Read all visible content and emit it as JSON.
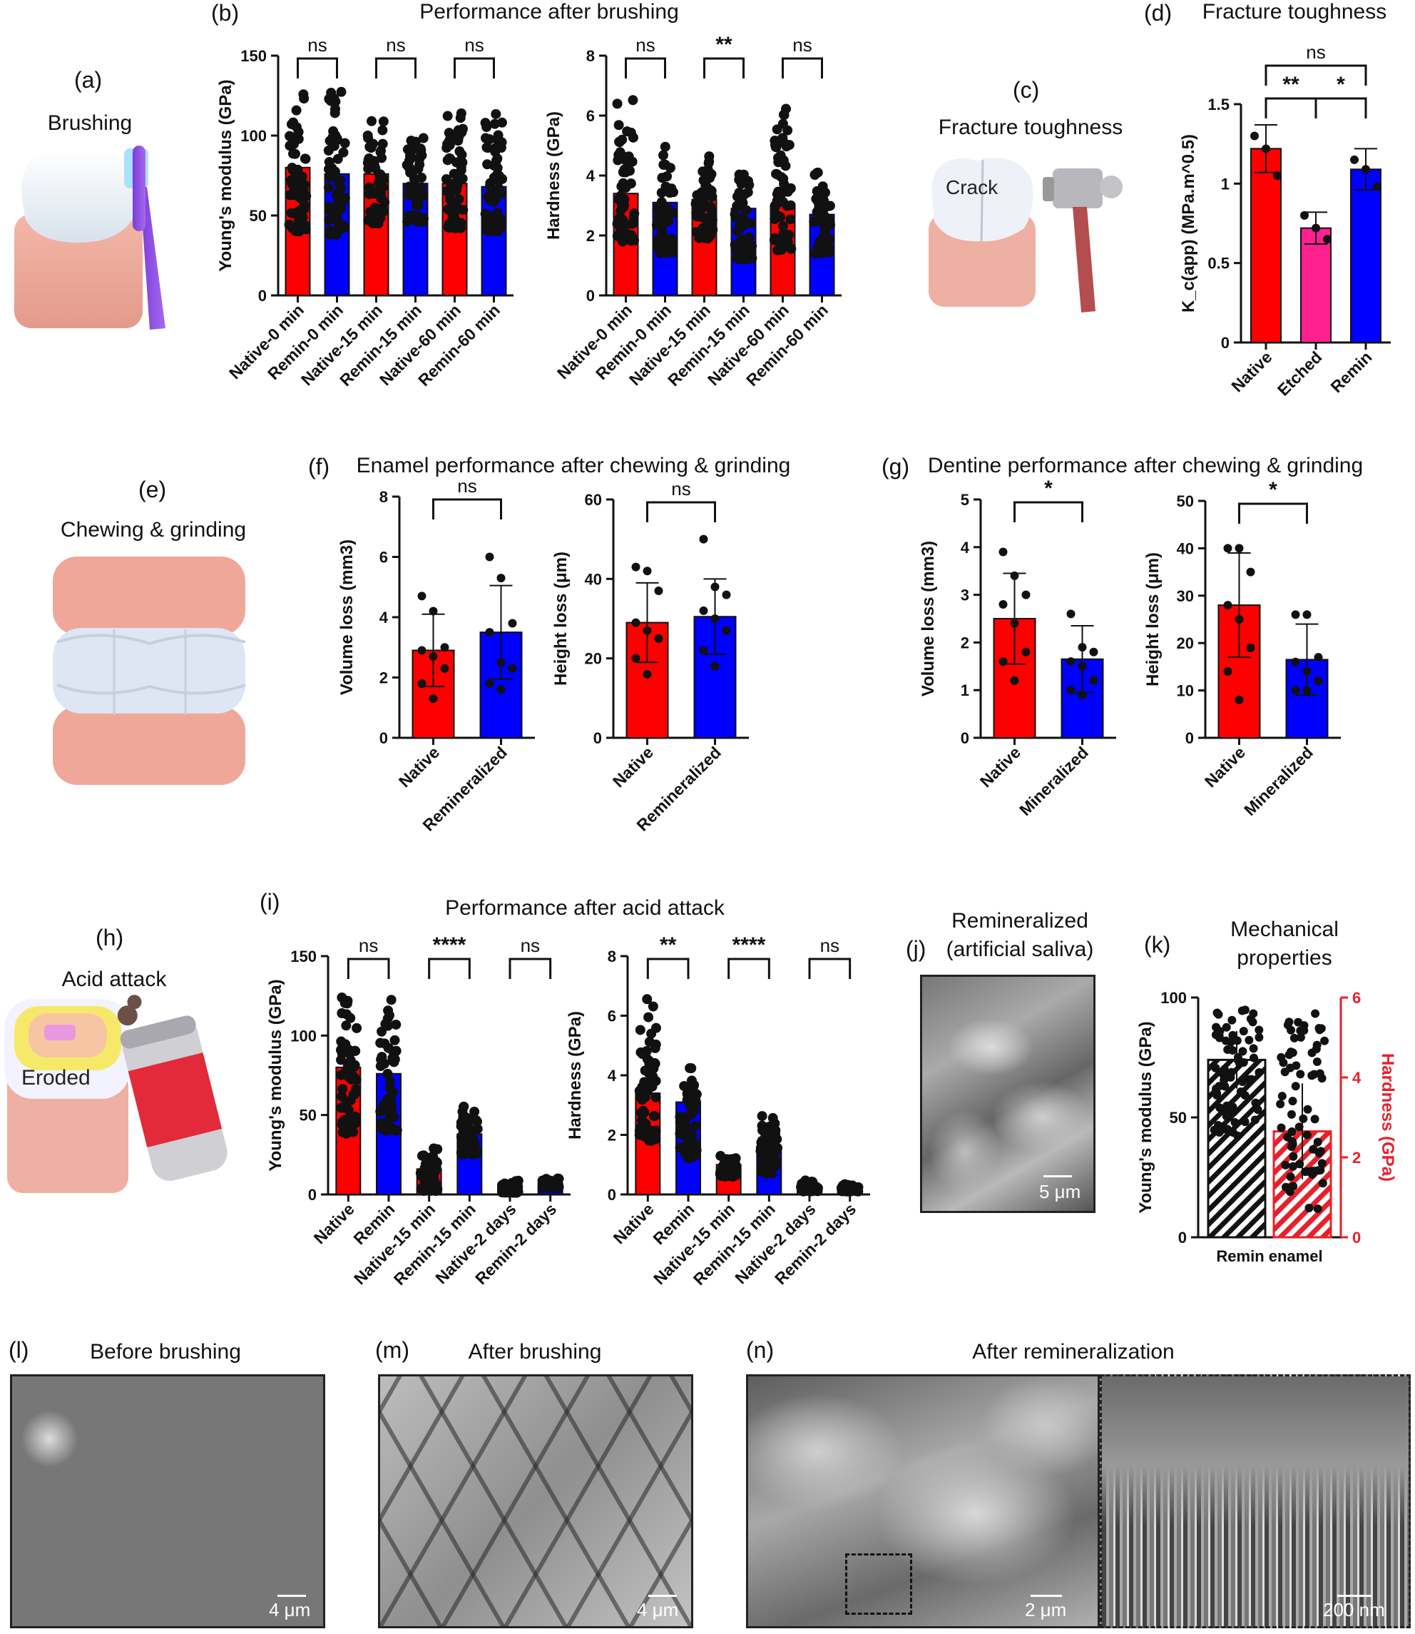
{
  "colors": {
    "native": "#ff0000",
    "remin": "#0000ff",
    "etched": "#ff1f8f",
    "hardness_axis": "#e8202a"
  },
  "labels": {
    "a": "(a)",
    "b": "(b)",
    "c": "(c)",
    "d": "(d)",
    "e": "(e)",
    "f": "(f)",
    "g": "(g)",
    "h": "(h)",
    "i": "(i)",
    "j": "(j)",
    "k": "(k)",
    "l": "(l)",
    "m": "(m)",
    "n": "(n)"
  },
  "titles": {
    "a": "Brushing",
    "b": "Performance after brushing",
    "c": "Fracture toughness",
    "d": "Fracture toughness",
    "e": "Chewing & grinding",
    "f": "Enamel performance after chewing & grinding",
    "g": "Dentine performance after chewing & grinding",
    "h": "Acid attack",
    "i": "Performance after acid attack",
    "j1": "Remineralized",
    "j2": "(artificial saliva)",
    "k1": "Mechanical",
    "k2": "properties",
    "l": "Before brushing",
    "m": "After brushing",
    "n": "After remineralization"
  },
  "illus_text": {
    "crack": "Crack",
    "eroded": "Eroded"
  },
  "scalebars": {
    "j": "5 μm",
    "l": "4 μm",
    "m": "4 μm",
    "n1": "2 μm",
    "n2": "200 nm"
  },
  "chart_data": [
    {
      "id": "b1",
      "type": "bar",
      "ylabel": "Young's modulus (GPa)",
      "ylim": [
        0,
        150
      ],
      "yticks": [
        0,
        50,
        100,
        150
      ],
      "categories": [
        "Native-0 min",
        "Remin-0 min",
        "Native-15 min",
        "Remin-15 min",
        "Native-60 min",
        "Remin-60 min"
      ],
      "values": [
        80,
        76,
        76,
        70,
        70,
        68
      ],
      "colors": [
        "native",
        "remin",
        "native",
        "remin",
        "native",
        "remin"
      ],
      "spread": [
        [
          40,
          127
        ],
        [
          38,
          128
        ],
        [
          45,
          112
        ],
        [
          46,
          104
        ],
        [
          42,
          121
        ],
        [
          40,
          115
        ]
      ],
      "significance": [
        {
          "from": 0,
          "to": 1,
          "label": "ns"
        },
        {
          "from": 2,
          "to": 3,
          "label": "ns"
        },
        {
          "from": 4,
          "to": 5,
          "label": "ns"
        }
      ]
    },
    {
      "id": "b2",
      "type": "bar",
      "ylabel": "Hardness (GPa)",
      "ylim": [
        0,
        8
      ],
      "yticks": [
        0,
        2,
        4,
        6,
        8
      ],
      "categories": [
        "Native-0 min",
        "Remin-0 min",
        "Native-15 min",
        "Remin-15 min",
        "Native-60 min",
        "Remin-60 min"
      ],
      "values": [
        3.4,
        3.1,
        3.2,
        2.9,
        3.0,
        2.7
      ],
      "colors": [
        "native",
        "remin",
        "native",
        "remin",
        "native",
        "remin"
      ],
      "spread": [
        [
          1.8,
          6.6
        ],
        [
          1.4,
          5.0
        ],
        [
          1.9,
          4.7
        ],
        [
          1.2,
          4.8
        ],
        [
          1.5,
          6.3
        ],
        [
          1.4,
          4.2
        ]
      ],
      "significance": [
        {
          "from": 0,
          "to": 1,
          "label": "ns"
        },
        {
          "from": 2,
          "to": 3,
          "label": "**"
        },
        {
          "from": 4,
          "to": 5,
          "label": "ns"
        }
      ]
    },
    {
      "id": "d",
      "type": "bar",
      "ylabel": "K_c(app) (MPa.m^0.5)",
      "ylim": [
        0,
        1.5
      ],
      "yticks": [
        0.0,
        0.5,
        1.0,
        1.5
      ],
      "categories": [
        "Native",
        "Etched",
        "Remin"
      ],
      "values": [
        1.22,
        0.72,
        1.09
      ],
      "errors": [
        0.15,
        0.1,
        0.13
      ],
      "colors": [
        "native",
        "etched",
        "remin"
      ],
      "points": [
        [
          1.3,
          1.22,
          1.05
        ],
        [
          0.8,
          0.72,
          0.65
        ],
        [
          1.15,
          1.09,
          0.98
        ]
      ],
      "significance": [
        {
          "from": 0,
          "to": 2,
          "label": "ns"
        },
        {
          "from": 0,
          "to": 1,
          "label": "**"
        },
        {
          "from": 1,
          "to": 2,
          "label": "*"
        }
      ]
    },
    {
      "id": "f1",
      "type": "bar",
      "ylabel": "Volume loss (mm3)",
      "ylim": [
        0,
        8
      ],
      "yticks": [
        0,
        2,
        4,
        6,
        8
      ],
      "categories": [
        "Native",
        "Remineralized"
      ],
      "values": [
        2.9,
        3.5
      ],
      "errors": [
        1.2,
        1.55
      ],
      "colors": [
        "native",
        "remin"
      ],
      "points": [
        [
          4.7,
          4.2,
          3.0,
          2.9,
          2.7,
          2.3,
          1.8,
          1.3
        ],
        [
          6.0,
          5.3,
          3.8,
          3.5,
          2.5,
          2.3,
          1.8,
          1.6
        ]
      ],
      "significance": [
        {
          "from": 0,
          "to": 1,
          "label": "ns"
        }
      ]
    },
    {
      "id": "f2",
      "type": "bar",
      "ylabel": "Height loss (μm)",
      "ylim": [
        0,
        60
      ],
      "yticks": [
        0,
        20,
        40,
        60
      ],
      "categories": [
        "Native",
        "Remineralized"
      ],
      "values": [
        29,
        30.5
      ],
      "errors": [
        10,
        9.5
      ],
      "colors": [
        "native",
        "remin"
      ],
      "points": [
        [
          43,
          42,
          37,
          29,
          27,
          25,
          20,
          16
        ],
        [
          50,
          38,
          36,
          32,
          30,
          27,
          22,
          18
        ]
      ],
      "significance": [
        {
          "from": 0,
          "to": 1,
          "label": "ns"
        }
      ]
    },
    {
      "id": "g1",
      "type": "bar",
      "ylabel": "Volume loss (mm3)",
      "ylim": [
        0,
        5
      ],
      "yticks": [
        0,
        1,
        2,
        3,
        4,
        5
      ],
      "categories": [
        "Native",
        "Mineralized"
      ],
      "values": [
        2.5,
        1.65
      ],
      "errors": [
        0.95,
        0.7
      ],
      "colors": [
        "native",
        "remin"
      ],
      "points": [
        [
          3.9,
          3.4,
          3.0,
          2.8,
          2.4,
          1.8,
          1.6,
          1.2
        ],
        [
          2.6,
          1.9,
          1.8,
          1.6,
          1.5,
          1.2,
          1.0,
          0.9
        ]
      ],
      "significance": [
        {
          "from": 0,
          "to": 1,
          "label": "*"
        }
      ]
    },
    {
      "id": "g2",
      "type": "bar",
      "ylabel": "Height loss (μm)",
      "ylim": [
        0,
        50
      ],
      "yticks": [
        0,
        10,
        20,
        30,
        40,
        50
      ],
      "categories": [
        "Native",
        "Mineralized"
      ],
      "values": [
        28,
        16.5
      ],
      "errors": [
        11,
        7.5
      ],
      "colors": [
        "native",
        "remin"
      ],
      "points": [
        [
          40,
          40,
          35,
          28,
          25,
          19,
          14,
          8
        ],
        [
          26,
          26,
          17,
          16,
          14,
          12,
          10,
          10
        ]
      ],
      "significance": [
        {
          "from": 0,
          "to": 1,
          "label": "*"
        }
      ]
    },
    {
      "id": "i1",
      "type": "bar",
      "ylabel": "Young's modulus (GPa)",
      "ylim": [
        0,
        150
      ],
      "yticks": [
        0,
        50,
        100,
        150
      ],
      "categories": [
        "Native",
        "Remin",
        "Native-15 min",
        "Remin-15 min",
        "Native-2 days",
        "Remin-2 days"
      ],
      "values": [
        80,
        76,
        16,
        38,
        5,
        7
      ],
      "colors": [
        "native",
        "remin",
        "native",
        "remin",
        "native",
        "remin"
      ],
      "spread": [
        [
          38,
          127
        ],
        [
          40,
          128
        ],
        [
          2,
          30
        ],
        [
          25,
          56
        ],
        [
          1,
          9
        ],
        [
          4,
          10
        ]
      ],
      "significance": [
        {
          "from": 0,
          "to": 1,
          "label": "ns"
        },
        {
          "from": 2,
          "to": 3,
          "label": "****"
        },
        {
          "from": 4,
          "to": 5,
          "label": "ns"
        }
      ]
    },
    {
      "id": "i2",
      "type": "bar",
      "ylabel": "Hardness (GPa)",
      "ylim": [
        0,
        8
      ],
      "yticks": [
        0,
        2,
        4,
        6,
        8
      ],
      "categories": [
        "Native",
        "Remin",
        "Native-15 min",
        "Remin-15 min",
        "Native-2 days",
        "Remin-2 days"
      ],
      "values": [
        3.4,
        3.1,
        1.0,
        1.6,
        0.25,
        0.2
      ],
      "colors": [
        "native",
        "remin",
        "native",
        "remin",
        "native",
        "remin"
      ],
      "spread": [
        [
          1.8,
          6.6
        ],
        [
          1.2,
          4.3
        ],
        [
          0.6,
          1.3
        ],
        [
          0.7,
          3.0
        ],
        [
          0.1,
          0.5
        ],
        [
          0.1,
          0.35
        ]
      ],
      "significance": [
        {
          "from": 0,
          "to": 1,
          "label": "**"
        },
        {
          "from": 2,
          "to": 3,
          "label": "****"
        },
        {
          "from": 4,
          "to": 5,
          "label": "ns"
        }
      ]
    },
    {
      "id": "k",
      "type": "bar",
      "ylabel": "Young's modulus (GPa)",
      "ylabel_right": "Hardness (GPa)",
      "ylim": [
        0,
        100
      ],
      "yticks": [
        0,
        50,
        100
      ],
      "ylim_right": [
        0,
        6
      ],
      "yticks_right": [
        0,
        2,
        4,
        6
      ],
      "categories": [
        "Remin enamel"
      ],
      "series": [
        {
          "name": "Young's modulus",
          "value": 74,
          "error": 12,
          "spread": [
            40,
            96
          ]
        },
        {
          "name": "Hardness",
          "value": 2.65,
          "error": 1.2,
          "spread": [
            0.6,
            5.6
          ],
          "axis": "right"
        }
      ]
    }
  ]
}
